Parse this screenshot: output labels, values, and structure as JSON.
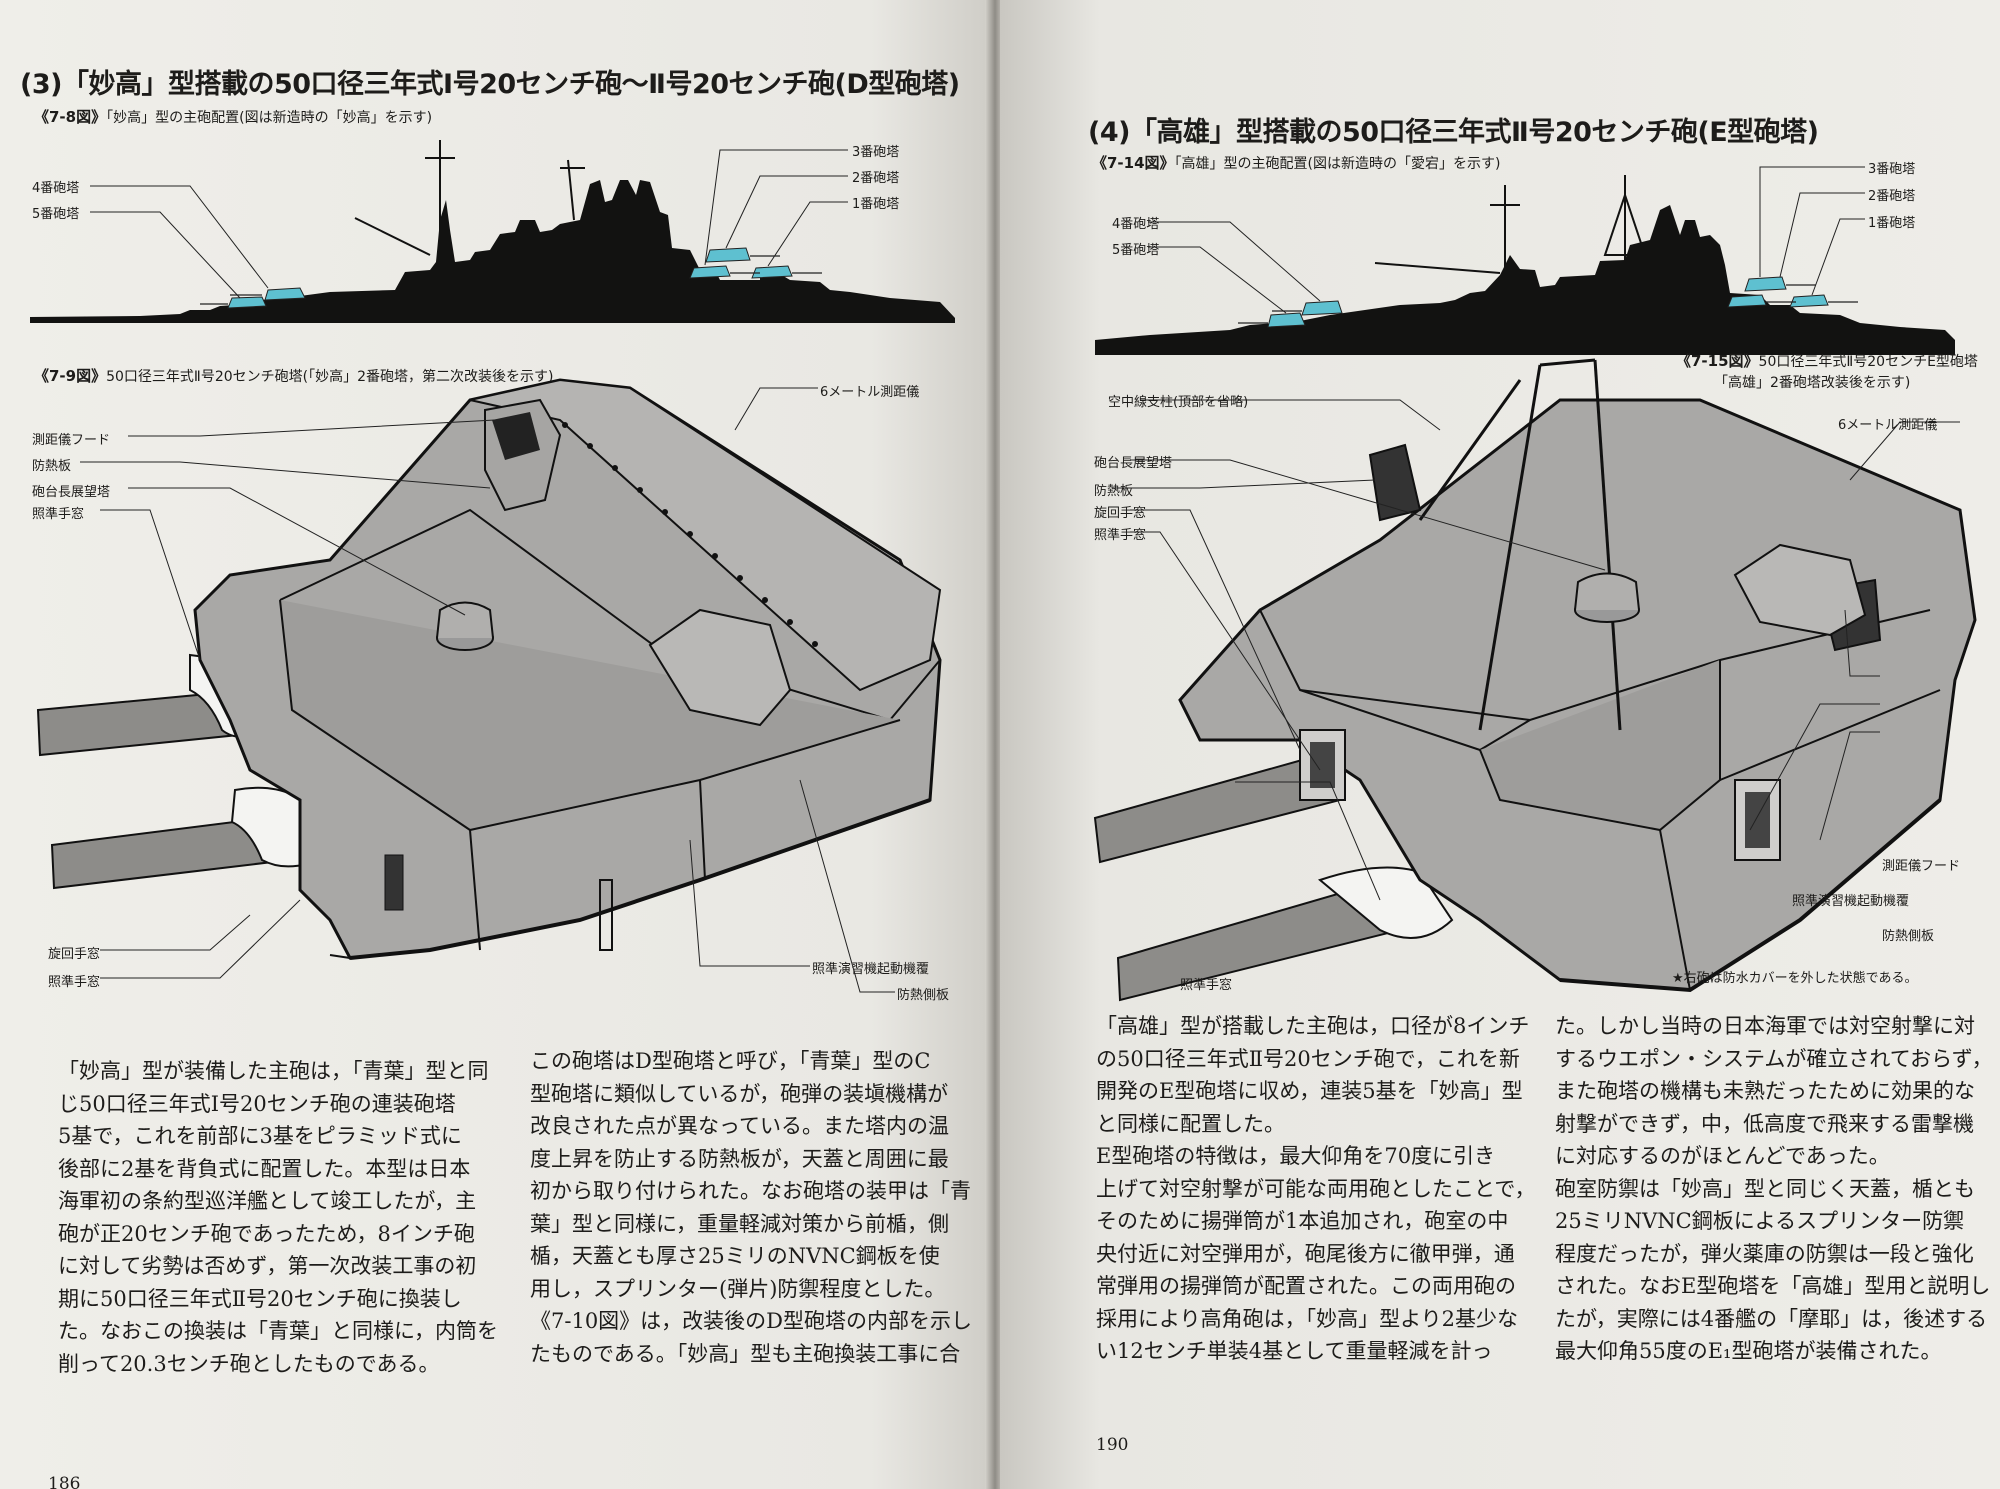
{
  "left_page": {
    "section_title": "(3)「妙高」型搭載の50口径三年式Ⅰ号20センチ砲〜Ⅱ号20センチ砲(D型砲塔)",
    "fig_7_8": {
      "label": "《7-8図》",
      "caption": "「妙高」型の主砲配置(図は新造時の「妙高」を示す)",
      "turret_labels": [
        "4番砲塔",
        "5番砲塔",
        "3番砲塔",
        "2番砲塔",
        "1番砲塔"
      ]
    },
    "fig_7_9": {
      "label": "《7-9図》",
      "caption": "50口径三年式Ⅱ号20センチ砲塔(「妙高」2番砲塔，第二次改装後を示す)",
      "callouts": [
        "6メートル測距儀",
        "測距儀フード",
        "防熱板",
        "砲台長展望塔",
        "照準手窓",
        "旋回手窓",
        "照準手窓",
        "照準演習機起動機覆",
        "防熱側板"
      ]
    },
    "text_col1": [
      "「妙高」型が装備した主砲は，「青葉」型と同",
      "じ50口径三年式Ⅰ号20センチ砲の連装砲塔",
      "5基で，これを前部に3基をピラミッド式に",
      "後部に2基を背負式に配置した。本型は日本",
      "海軍初の条約型巡洋艦として竣工したが，主",
      "砲が正20センチ砲であったため，8インチ砲",
      "に対して劣勢は否めず，第一次改装工事の初",
      "期に50口径三年式Ⅱ号20センチ砲に換装し",
      "た。なおこの換装は「青葉」と同様に，内筒を",
      "削って20.3センチ砲としたものである。"
    ],
    "text_col2": [
      "この砲塔はD型砲塔と呼び，「青葉」型のC",
      "型砲塔に類似しているが，砲弾の装塡機構が",
      "改良された点が異なっている。また塔内の温",
      "度上昇を防止する防熱板が，天蓋と周囲に最",
      "初から取り付けられた。なお砲塔の装甲は「青",
      "葉」型と同様に，重量軽減対策から前楯，側",
      "楯，天蓋とも厚さ25ミリのNVNC鋼板を使",
      "用し，スプリンター(弾片)防禦程度とした。",
      "《7-10図》は，改装後のD型砲塔の内部を示し",
      "たものである。「妙高」型も主砲換装工事に合"
    ],
    "page_number": "186"
  },
  "right_page": {
    "section_title": "(4)「高雄」型搭載の50口径三年式Ⅱ号20センチ砲(E型砲塔)",
    "fig_7_14": {
      "label": "《7-14図》",
      "caption": "「高雄」型の主砲配置(図は新造時の「愛宕」を示す)",
      "turret_labels": [
        "4番砲塔",
        "5番砲塔",
        "3番砲塔",
        "2番砲塔",
        "1番砲塔"
      ]
    },
    "fig_7_15": {
      "label": "《7-15図》",
      "caption": "50口径三年式Ⅱ号20センチE型砲塔",
      "caption_line2": "「高雄」2番砲塔改装後を示す)",
      "callouts": [
        "空中線支柱(頂部を省略)",
        "6メートル測距儀",
        "砲台長展望塔",
        "防熱板",
        "旋回手窓",
        "照準手窓",
        "測距儀フード",
        "照準演習機起動機覆",
        "防熱側板",
        "照準手窓"
      ],
      "note": "★右砲は防水カバーを外した状態である。"
    },
    "text_col1": [
      "「高雄」型が搭載した主砲は，口径が8インチ",
      "の50口径三年式Ⅱ号20センチ砲で，これを新",
      "開発のE型砲塔に収め，連装5基を「妙高」型",
      "と同様に配置した。",
      "E型砲塔の特徴は，最大仰角を70度に引き",
      "上げて対空射撃が可能な両用砲としたことで，",
      "そのために揚弾筒が1本追加され，砲室の中",
      "央付近に対空弾用が，砲尾後方に徹甲弾，通",
      "常弾用の揚弾筒が配置された。この両用砲の",
      "採用により高角砲は，「妙高」型より2基少な",
      "い12センチ単装4基として重量軽減を計っ"
    ],
    "text_col2": [
      "た。しかし当時の日本海軍では対空射撃に対",
      "するウエポン・システムが確立されておらず，",
      "また砲塔の機構も未熟だったために効果的な",
      "射撃ができず，中，低高度で飛来する雷撃機",
      "に対応するのがほとんどであった。",
      "砲室防禦は「妙高」型と同じく天蓋，楯とも",
      "25ミリNVNC鋼板によるスプリンター防禦",
      "程度だったが，弾火薬庫の防禦は一段と強化",
      "された。なおE型砲塔を「高雄」型用と説明し",
      "たが，実際には4番艦の「摩耶」は，後述する",
      "最大仰角55度のE₁型砲塔が装備された。"
    ],
    "page_number": "190"
  }
}
